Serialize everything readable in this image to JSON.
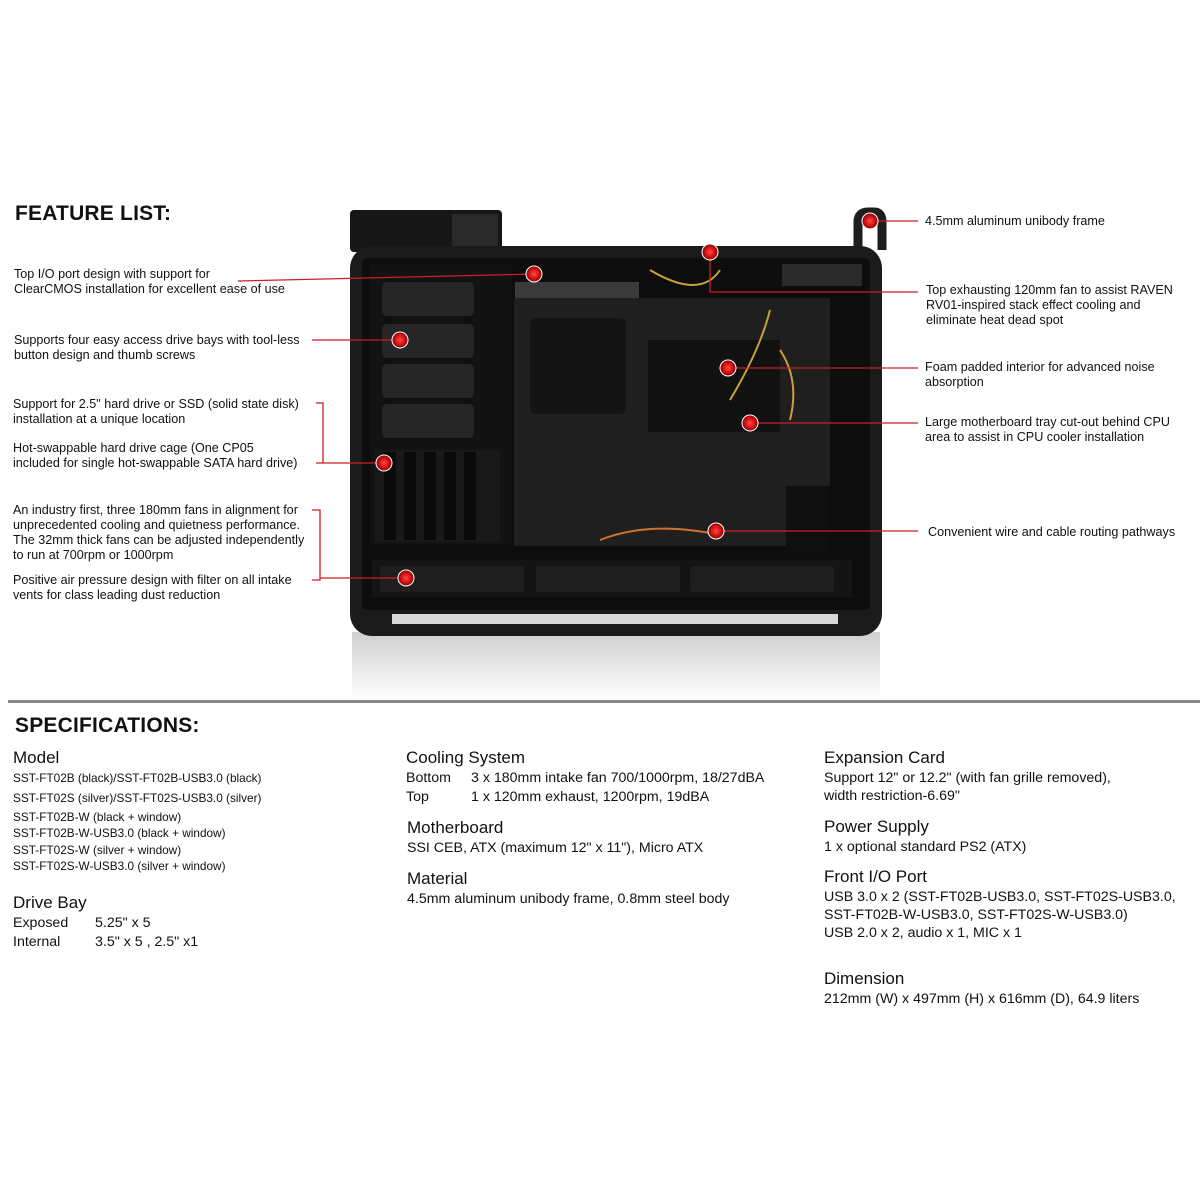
{
  "feature_list": {
    "title": "FEATURE LIST:",
    "left": [
      {
        "lines": [
          "Top I/O port design with support for",
          "ClearCMOS installation for excellent ease of use"
        ]
      },
      {
        "lines": [
          "Supports four easy access drive bays with tool-less",
          "button design and thumb screws"
        ]
      },
      {
        "lines": [
          "Support for 2.5\" hard drive or SSD (solid state disk)",
          " installation at a unique location"
        ]
      },
      {
        "lines": [
          "Hot-swappable hard drive cage (One CP05",
          "included for single hot-swappable SATA hard drive)"
        ]
      },
      {
        "lines": [
          "An industry first, three 180mm fans in alignment for",
          "unprecedented cooling and quietness performance.",
          "The 32mm thick fans can be adjusted independently",
          "to run at 700rpm or 1000rpm"
        ]
      },
      {
        "lines": [
          "Positive air pressure design with filter on all intake",
          "vents for class leading dust reduction"
        ]
      }
    ],
    "right": [
      {
        "lines": [
          "4.5mm aluminum unibody frame"
        ]
      },
      {
        "lines": [
          "Top exhausting 120mm fan to assist RAVEN",
          "RV01-inspired stack effect cooling and",
          "eliminate heat dead spot"
        ]
      },
      {
        "lines": [
          "Foam padded interior for advanced noise",
          "absorption"
        ]
      },
      {
        "lines": [
          "Large motherboard tray cut-out behind CPU",
          "area to assist in CPU cooler installation"
        ]
      },
      {
        "lines": [
          "Convenient wire and cable routing pathways"
        ]
      }
    ]
  },
  "specifications": {
    "title": "SPECIFICATIONS:",
    "model": {
      "heading": "Model",
      "lines": [
        "SST-FT02B (black)/SST-FT02B-USB3.0 (black)",
        "SST-FT02S (silver)/SST-FT02S-USB3.0 (silver)",
        "SST-FT02B-W (black + window)",
        "SST-FT02B-W-USB3.0 (black + window)",
        "SST-FT02S-W (silver + window)",
        "SST-FT02S-W-USB3.0 (silver + window)"
      ]
    },
    "drive_bay": {
      "heading": "Drive Bay",
      "rows": [
        {
          "k": "Exposed",
          "v": "5.25\" x 5"
        },
        {
          "k": "Internal",
          "v": "3.5\" x 5 , 2.5\" x1"
        }
      ]
    },
    "cooling": {
      "heading": "Cooling System",
      "rows": [
        {
          "k": "Bottom",
          "v": "3 x 180mm intake fan 700/1000rpm, 18/27dBA"
        },
        {
          "k": "Top",
          "v": "1 x 120mm exhaust, 1200rpm, 19dBA"
        }
      ]
    },
    "motherboard": {
      "heading": "Motherboard",
      "lines": [
        "SSI CEB, ATX (maximum 12\" x 11\"), Micro ATX"
      ]
    },
    "material": {
      "heading": "Material",
      "lines": [
        "4.5mm aluminum unibody frame, 0.8mm steel body"
      ]
    },
    "expansion": {
      "heading": "Expansion Card",
      "lines": [
        "Support 12\" or 12.2\" (with fan grille removed),",
        "width restriction-6.69\""
      ]
    },
    "power": {
      "heading": "Power Supply",
      "lines": [
        "1 x optional standard PS2 (ATX)"
      ]
    },
    "front_io": {
      "heading": "Front I/O Port",
      "lines": [
        "USB 3.0 x 2 (SST-FT02B-USB3.0, SST-FT02S-USB3.0,",
        "SST-FT02B-W-USB3.0, SST-FT02S-W-USB3.0)",
        "USB 2.0 x 2, audio x 1, MIC x 1"
      ]
    },
    "dimension": {
      "heading": "Dimension",
      "lines": [
        "212mm (W) x 497mm (H) x 616mm (D), 64.9 liters"
      ]
    }
  },
  "colors": {
    "accent": "#cc1f1f",
    "divider": "#888888",
    "case": "#1c1c1c"
  }
}
